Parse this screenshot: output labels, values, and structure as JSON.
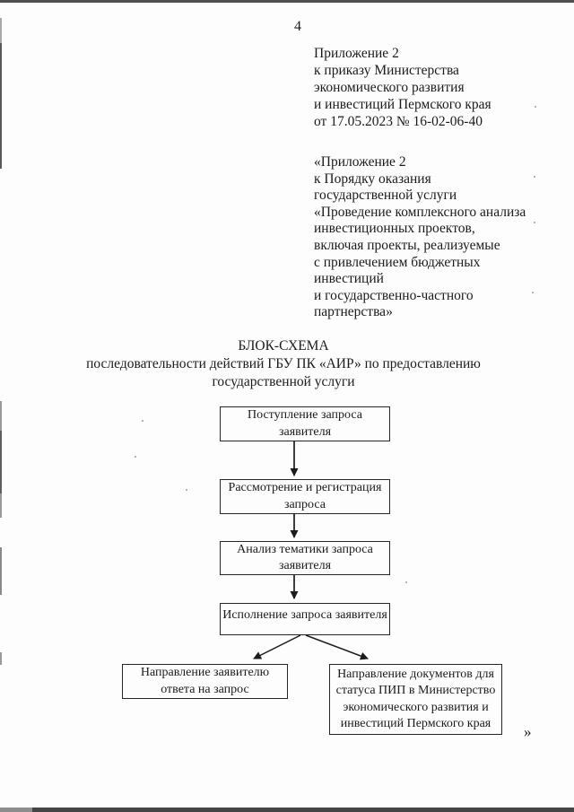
{
  "page": {
    "number": "4",
    "closing_quote": "»"
  },
  "header": {
    "appendix_ref_lines": [
      "Приложение 2",
      "к приказу Министерства",
      "экономического развития",
      "и инвестиций Пермского края",
      "от 17.05.2023 № 16-02-06-40"
    ],
    "order_ref_lines": [
      "«Приложение 2",
      "к Порядку оказания",
      "государственной услуги",
      "«Проведение комплексного анализа",
      "инвестиционных проектов,",
      "включая проекты, реализуемые",
      "с привлечением бюджетных",
      "инвестиций",
      "и государственно-частного",
      "партнерства»"
    ]
  },
  "title_lines": [
    "БЛОК-СХЕМА",
    "последовательности действий ГБУ ПК «АИР» по предоставлению",
    "государственной услуги"
  ],
  "flowchart": {
    "nodes": [
      {
        "id": "request-received",
        "lines": [
          "Поступление запроса",
          "заявителя"
        ]
      },
      {
        "id": "review-and-registration",
        "lines": [
          "Рассмотрение и регистрация",
          "запроса"
        ]
      },
      {
        "id": "topic-analysis",
        "lines": [
          "Анализ тематики запроса",
          "заявителя"
        ]
      },
      {
        "id": "request-execution",
        "lines": [
          "Исполнение запроса заявителя"
        ]
      },
      {
        "id": "send-response-to-applicant",
        "lines": [
          "Направление заявителю",
          "ответа на запрос"
        ]
      },
      {
        "id": "send-documents-to-ministry",
        "lines": [
          "Направление документов для",
          "статуса ПИП в Министерство",
          "экономического развития и",
          "инвестиций Пермского края"
        ]
      }
    ]
  },
  "colors": {
    "text": "#1b1b1b",
    "box_border": "#262626",
    "page_background": "#fdfdfd",
    "scan_edge_dark": "#4f4f4f",
    "scan_edge_light": "#9a9a9a"
  }
}
